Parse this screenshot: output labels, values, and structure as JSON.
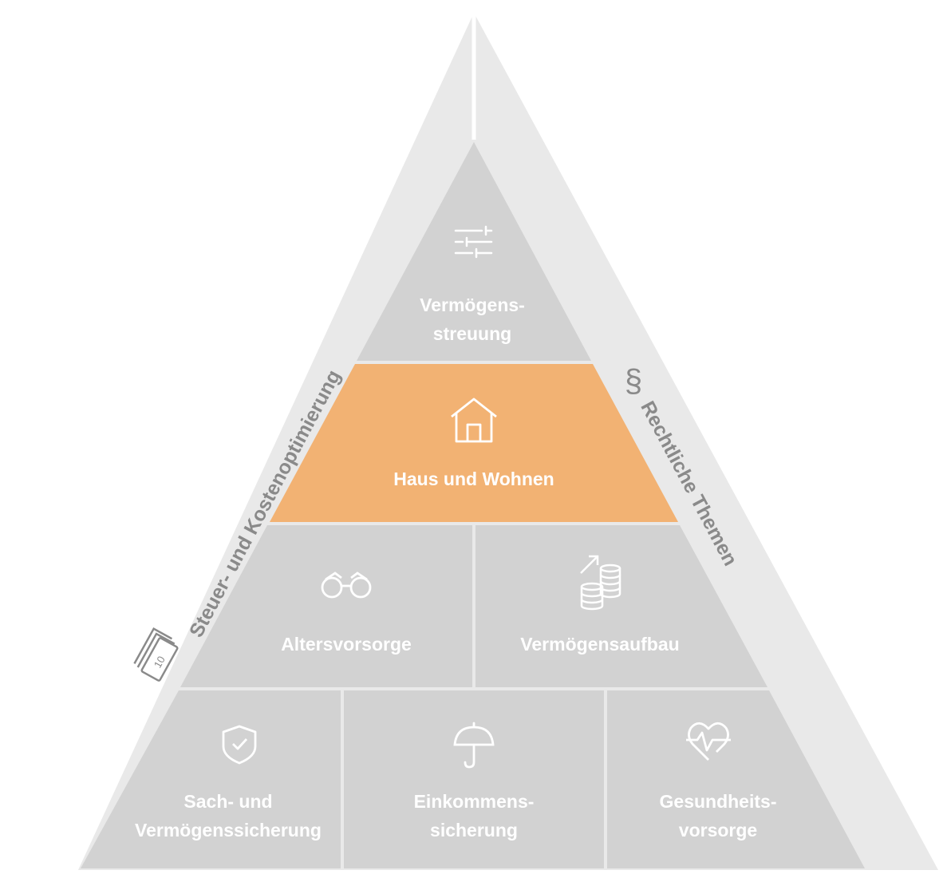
{
  "pyramid": {
    "top": {
      "label": "Vermögens-\nstreuung",
      "icon": "sliders-icon"
    },
    "middle": {
      "label": "Haus und Wohnen",
      "icon": "house-icon"
    },
    "row3": [
      {
        "label": "Altersvorsorge",
        "icon": "binoculars-icon"
      },
      {
        "label": "Vermögensaufbau",
        "icon": "coins-growth-icon"
      }
    ],
    "row4": [
      {
        "label": "Sach- und\nVermögenssicherung",
        "icon": "shield-check-icon"
      },
      {
        "label": "Einkommens-\nsicherung",
        "icon": "umbrella-icon"
      },
      {
        "label": "Gesundheits-\nvorsorge",
        "icon": "heart-pulse-icon"
      }
    ]
  },
  "sides": {
    "left": {
      "label": "Steuer- und Kostenoptimierung",
      "icon": "money-bills-icon"
    },
    "right": {
      "label": "Rechtliche Themen",
      "icon": "paragraph-icon"
    }
  },
  "colors": {
    "outer": "#e9e9e9",
    "segment": "#d2d2d2",
    "highlight": "#f2b273",
    "icon": "#ffffff",
    "side_text": "#8a8a8a"
  }
}
